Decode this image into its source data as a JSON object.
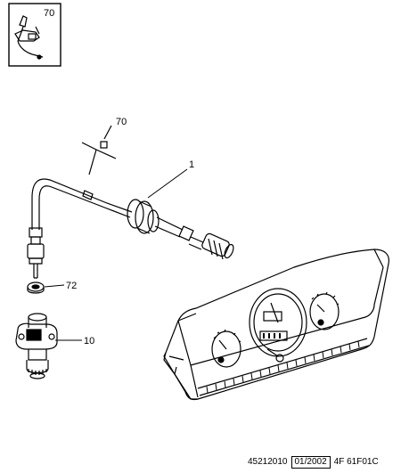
{
  "inset": {
    "label": "70"
  },
  "callouts": {
    "clip": "70",
    "cable": "1",
    "washer": "72",
    "sensor": "10"
  },
  "footer": {
    "ref": "45212010",
    "date": "01/2002",
    "code": "4F 61F01C"
  }
}
